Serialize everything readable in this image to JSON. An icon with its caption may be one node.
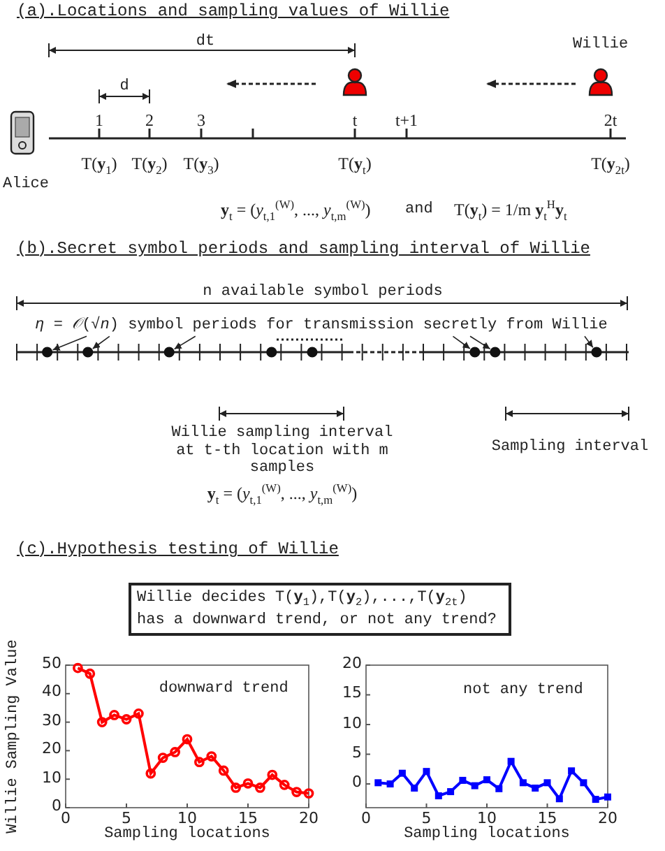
{
  "diagram": {
    "nodes": [
      {
        "text": [
          "*η* = *𝒪*(√*n*) symbol periods for transmission secretly from Willie"
        ]
      },
      {
        "text": [],
        "shape": "circle"
      },
      {
        "text": [],
        "shape": "circle"
      },
      {
        "text": [],
        "shape": "circle"
      },
      {
        "text": [],
        "shape": "circle"
      },
      {
        "text": [],
        "shape": "circle"
      },
      {
        "text": [],
        "shape": "circle"
      },
      {
        "text": [],
        "shape": "circle"
      },
      {
        "text": [],
        "shape": "circle"
      },
      {
        "text": [
          "Willie decides T(**y**$_{1}$),T(**y**$_{2}$),...,T(**y**$_{2t}$) has a downward trend, or not any trend?"
        ]
      }
    ],
    "edges": [
      {
        "from": 0,
        "to": 1,
        "arrow": "to"
      },
      {
        "from": 0,
        "to": 2,
        "arrow": "to"
      },
      {
        "from": 0,
        "to": 3,
        "arrow": "to"
      },
      {
        "from": 0,
        "to": 6,
        "arrow": "to"
      },
      {
        "from": 0,
        "to": 7,
        "arrow": "to"
      },
      {
        "from": 0,
        "to": 8,
        "arrow": "to"
      }
    ],
    "labels": [
      "(a).Locations and sampling values of Willie",
      "dt",
      "Willie",
      "d",
      "1",
      "2",
      "3",
      "t",
      "t+1",
      "2t",
      "T(**y**$_{1}$)",
      "T(**y**$_{2}$)",
      "T(**y**$_{3}$)",
      "T(**y**$_{t}$)",
      "T(**y**$_{2t}$)",
      "Alice",
      "**y**$_{t}$ = (*y*$_{t,1}$$^{(W)}$, ..., *y*$_{t,m}$$^{(W)}$)",
      "and",
      "T(**y**$_{t}$) = 1/m **y**$_{t}$$^{H}$**y**$_{t}$",
      "(b).Secret symbol periods and sampling interval of Willie",
      "n available symbol periods",
      "Willie sampling interval at t-th location with m samples",
      "**y**$_{t}$ = (*y*$_{t,1}$$^{(W)}$, ..., *y*$_{t,m}$$^{(W)}$)",
      "Sampling interval",
      "(c).Hypothesis testing of Willie"
    ],
    "chart_data": [
      {
        "type": "line",
        "xlabel": "Sampling locations",
        "ylabel": "Willie Sampling Value",
        "x": [
          1,
          2,
          3,
          4,
          5,
          6,
          7,
          8,
          9,
          10,
          11,
          12,
          13,
          14,
          15,
          16,
          17,
          18,
          19,
          20
        ],
        "series": [
          {
            "color": "#ff0000",
            "marker": "circle",
            "values": [
              49,
              47,
              30,
              32.5,
              31,
              33,
              12,
              17.5,
              19.5,
              24,
              16,
              18,
              13,
              7,
              8.5,
              7,
              11.5,
              8,
              5.5,
              5
            ]
          }
        ],
        "xlim": [
          0,
          20
        ],
        "ylim": [
          0,
          50
        ],
        "xticks": [
          0,
          5,
          10,
          15,
          20
        ],
        "yticks": [
          0,
          10,
          20,
          30,
          40,
          50
        ],
        "annotations": [
          "downward trend"
        ]
      },
      {
        "type": "line",
        "xlabel": "Sampling locations",
        "x": [
          1,
          2,
          3,
          4,
          5,
          6,
          7,
          8,
          9,
          10,
          11,
          12,
          13,
          14,
          15,
          16,
          17,
          18,
          19,
          20
        ],
        "series": [
          {
            "color": "#0000ff",
            "marker": "square",
            "values": [
              0.2,
              0,
              1.8,
              -0.7,
              2.1,
              -2,
              -1.3,
              0.6,
              -0.3,
              0.7,
              -0.8,
              3.8,
              0.2,
              -0.7,
              0.2,
              -2.5,
              2.2,
              0.2,
              -2.6,
              -2.2
            ]
          }
        ],
        "xlim": [
          0,
          20
        ],
        "ylim": [
          -4,
          20
        ],
        "xticks": [
          0,
          5,
          10,
          15,
          20
        ],
        "yticks": [
          0,
          5,
          10,
          15,
          20
        ],
        "annotations": [
          "not any trend"
        ]
      }
    ]
  }
}
